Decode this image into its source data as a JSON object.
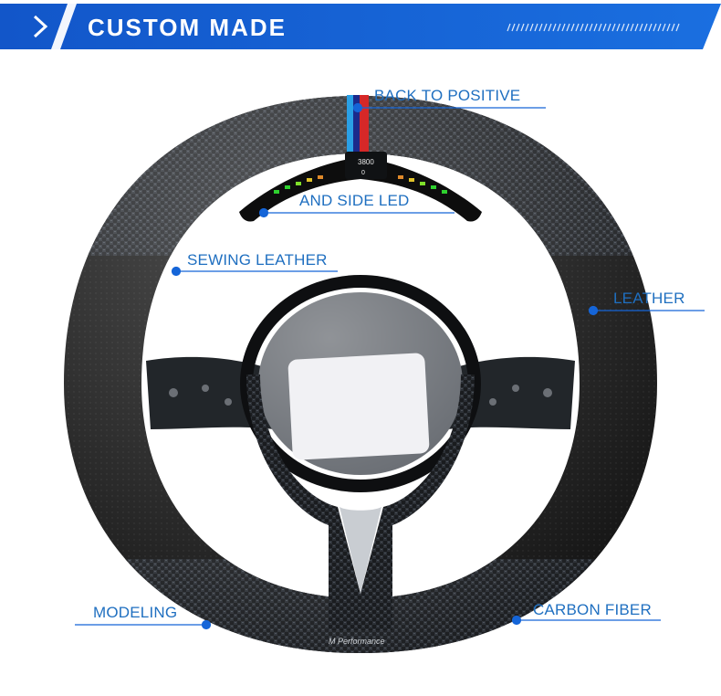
{
  "header": {
    "title": "CUSTOM MADE",
    "accent_color": "#1565d8",
    "chevron_icon": "chevron-right-icon"
  },
  "product": {
    "display_rpm": "3800",
    "display_speed": "0",
    "logo_text": "M Performance"
  },
  "callouts": {
    "back_to_positive": "BACK TO POSITIVE",
    "side_led": "AND SIDE LED",
    "sewing_leather": "SEWING LEATHER",
    "leather": "LEATHER",
    "modeling": "MODELING",
    "carbon_fiber": "CARBON FIBER"
  },
  "colors": {
    "callout_text": "#1f6fc0",
    "callout_dot": "#1565d8",
    "stripe_blue": "#2aa0e6",
    "stripe_navy": "#1b2a8c",
    "stripe_red": "#d62828"
  }
}
